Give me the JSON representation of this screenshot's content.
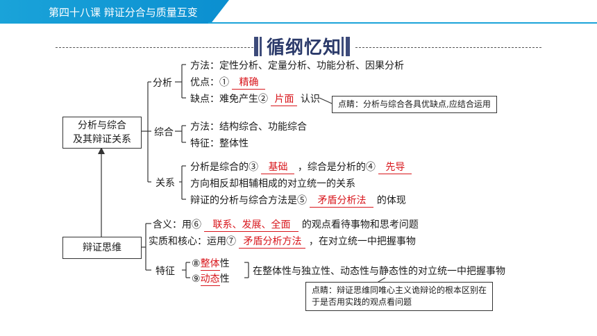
{
  "header": {
    "title": "第四十八课   辩证分合与质量互变"
  },
  "section": {
    "title": "循纲忆知"
  },
  "analysis_synthesis": {
    "box_line1": "分析与综合",
    "box_line2": "及其辩证关系",
    "analysis": {
      "label": "分析",
      "method": "方法：定性分析、定量分析、功能分析、因果分析",
      "merit_prefix": "优点：①",
      "merit_answer": "精确",
      "flaw_prefix": "缺点：难免产生②",
      "flaw_answer": "片面",
      "flaw_suffix": "认识",
      "tip": "点睛：分析与综合各具优缺点,应结合运用"
    },
    "synthesis": {
      "label": "综合",
      "method": "方法：结构综合、功能综合",
      "feature": "特征：整体性"
    },
    "relation": {
      "label": "关系",
      "line1_a": "分析是综合的③",
      "line1_answer_a": "基础",
      "line1_b": "，综合是分析的④",
      "line1_answer_b": "先导",
      "line2": "方向相反却相辅相成的对立统一的关系",
      "line3_a": "辩证的分析与综合方法是⑤",
      "line3_answer": "矛盾分析法",
      "line3_b": "的体现"
    }
  },
  "dialectical": {
    "box": "辩证思维",
    "meaning_prefix": "含义：用⑥",
    "meaning_answer": "联系、发展、全面",
    "meaning_suffix": "的观点看待事物和思考问题",
    "core_prefix": "实质和核心：运用⑦",
    "core_answer": "矛盾分析方法",
    "core_suffix": "，在对立统一中把握事物",
    "feature_label": "特征",
    "f1_num": "⑧",
    "f1_answer": "整体",
    "f1_suffix": "性",
    "f2_num": "⑨",
    "f2_answer": "动态",
    "f2_suffix": "性",
    "feature_desc": "在整体性与独立性、动态性与静态性的对立统一中把握事物",
    "tip_line1": "点睛：辩证思维同唯心主义诡辩论的根本区别在",
    "tip_line2": "于是否用实践的观点看问题"
  }
}
